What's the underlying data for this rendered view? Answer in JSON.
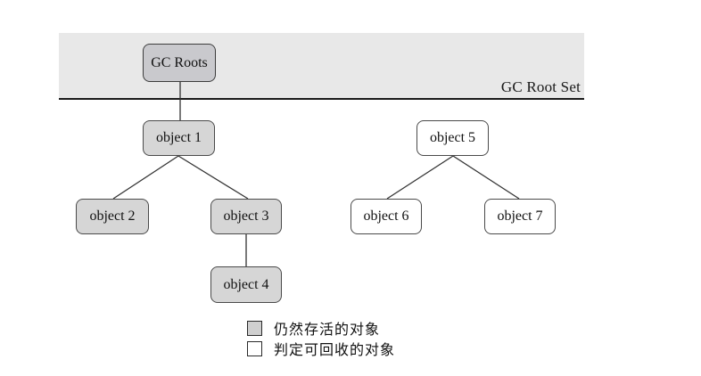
{
  "diagram": {
    "title_region": {
      "set_label": "GC Root Set"
    },
    "nodes": [
      {
        "id": "gc-roots",
        "label": "GC Roots",
        "status": "root"
      },
      {
        "id": "object-1",
        "label": "object 1",
        "status": "alive"
      },
      {
        "id": "object-2",
        "label": "object 2",
        "status": "alive"
      },
      {
        "id": "object-3",
        "label": "object 3",
        "status": "alive"
      },
      {
        "id": "object-4",
        "label": "object 4",
        "status": "alive"
      },
      {
        "id": "object-5",
        "label": "object 5",
        "status": "recyclable"
      },
      {
        "id": "object-6",
        "label": "object 6",
        "status": "recyclable"
      },
      {
        "id": "object-7",
        "label": "object 7",
        "status": "recyclable"
      }
    ],
    "edges": [
      [
        "gc-roots",
        "object-1"
      ],
      [
        "object-1",
        "object-2"
      ],
      [
        "object-1",
        "object-3"
      ],
      [
        "object-3",
        "object-4"
      ],
      [
        "object-5",
        "object-6"
      ],
      [
        "object-5",
        "object-7"
      ]
    ],
    "legend": [
      {
        "swatch": "alive",
        "label": "仍然存活的对象"
      },
      {
        "swatch": "recyclable",
        "label": "判定可回收的对象"
      }
    ],
    "colors": {
      "banner_fill": "#e8e8e8",
      "separator_line": "#1a1a1a",
      "root_fill": "#c9c9cd",
      "alive_fill": "#d6d6d6",
      "recyclable_fill": "#ffffff",
      "node_border": "#4a4a4a",
      "edge_line": "#333333"
    }
  }
}
